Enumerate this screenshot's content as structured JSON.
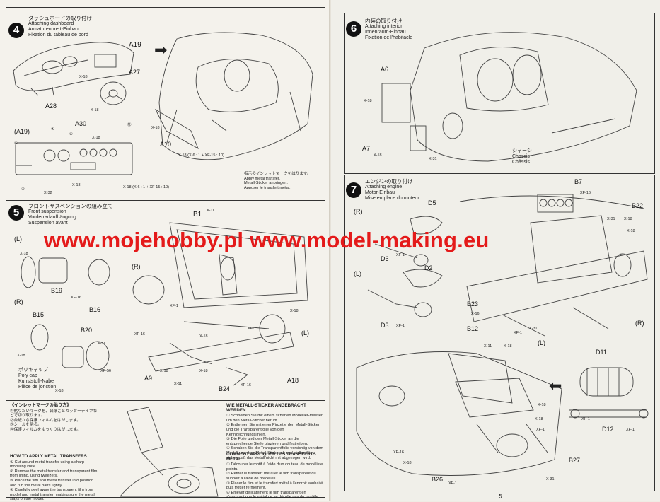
{
  "watermark": "www.mojehobby.pl www.model-making.eu",
  "page_number": "5",
  "step4": {
    "number": "4",
    "title_jp": "ダッシュボードの取り付け",
    "title_en": "Attaching dashboard",
    "title_de": "Armaturenbrett-Einbau",
    "title_fr": "Fixation du tableau de bord",
    "parts": [
      "A19",
      "A27",
      "A28",
      "A30",
      "A10",
      "(A19)"
    ],
    "callouts": [
      "X-18",
      "X-18",
      "X-18",
      "X-18",
      "X-18",
      "X-32",
      "X-18 (X-6 : 1 + XF-15 : 10)",
      "X-18 (X-6 : 1 + XF-15 : 10)"
    ],
    "circled": [
      "④",
      "⑤",
      "⑥",
      "⑦",
      "⑫"
    ],
    "note_jp": "指示のインレットマークをはります。",
    "note_en": "Apply metal transfer.",
    "note_de": "Metall-Sticker anbringen.",
    "note_fr": "Apposer le transfert métal."
  },
  "step5": {
    "number": "5",
    "title_jp": "フロントサスペンションの組み立て",
    "title_en": "Front suspension",
    "title_de": "Vorderradaufhängung",
    "title_fr": "Suspension avant",
    "parts": [
      "B1",
      "B19",
      "B16",
      "B15",
      "B20",
      "A9",
      "B24",
      "A18"
    ],
    "sides": [
      "(L)",
      "(R)",
      "(R)",
      "(L)"
    ],
    "callouts": [
      "X-11",
      "X-18",
      "XF-16",
      "X-18",
      "X-11",
      "XF-56",
      "X-18",
      "XF-1",
      "XF-16",
      "X-18",
      "X-18",
      "XF-1",
      "X-18",
      "X-11",
      "X-18",
      "XF-16"
    ],
    "polycap_jp": "ポリキャップ",
    "polycap_en": "Poly cap",
    "polycap_de": "Kunststoff-Nabe",
    "polycap_fr": "Pièce de jonction"
  },
  "transfer_jp": {
    "heading": "《インレットマークの貼り方》",
    "lines": [
      "①貼りたいマークを、台紙ごとカッターナイフなどで切り取ります。",
      "②台紙から保護フィルムをはがします。",
      "③シールを貼る。",
      "④保護フィルムをゆっくりはがします。"
    ]
  },
  "transfer_en": {
    "heading": "HOW TO APPLY METAL TRANSFERS",
    "lines": [
      "① Cut around metal transfer using a sharp modeling knife.",
      "② Remove the metal transfer and transparent film from lining, using tweezers.",
      "③ Place the film and metal transfer into position and rub the metal parts lightly.",
      "④ Carefully peel away the transparent film from model and metal transfer, making sure the metal stays on the model."
    ]
  },
  "transfer_de": {
    "heading": "WIE METALL-STICKER ANGEBRACHT WERDEN",
    "lines": [
      "① Schneiden Sie mit einem scharfen Modellier-messer um den Metall-Sticker herum.",
      "② Entfernen Sie mit einer Pinzette den Metall-Sticker und die Transparentfolie von den Kennzeichnungslinien.",
      "③ Die Folie und den Metall-Sticker an die entsprechende Stelle plazieren und festreiben.",
      "④ Schaben Sie die Transparentfolie vorsichtig von dem Modell und dem Metall-Sticker ab und stellen Sie sicher, daß das Metall nicht mit abgezogen wird."
    ]
  },
  "transfer_fr": {
    "heading": "COMMENT APPLIQUER LES TRANSFERTS METAL",
    "lines": [
      "① Découper le motif à l'aide d'un couteau de modéliste pointu.",
      "② Retirer le transfert métal et le film transparent du support à l'aide de précelles.",
      "③ Placer le film et le transfert métal à l'endroit souhaité puis frotter fermement.",
      "④ Enlever délicatement le film transparent en s'assurant que le métal ne se décolle pas du modèle."
    ]
  },
  "step6": {
    "number": "6",
    "title_jp": "内装の取り付け",
    "title_en": "Attaching interior",
    "title_de": "Innenraum-Einbau",
    "title_fr": "Fixation de l'habitacle",
    "parts": [
      "A6",
      "A7"
    ],
    "callouts": [
      "X-18",
      "X-18",
      "X-31"
    ],
    "chassis_jp": "シャーシ",
    "chassis_en": "Chassis",
    "chassis_fr": "Châssis"
  },
  "step7": {
    "number": "7",
    "title_jp": "エンジンの取り付け",
    "title_en": "Attaching engine",
    "title_de": "Motor-Einbau",
    "title_fr": "Mise en place du moteur",
    "parts": [
      "B7",
      "D5",
      "D6",
      "D2",
      "D3",
      "B22",
      "B23",
      "B12",
      "D11",
      "D12",
      "B27",
      "B26"
    ],
    "sides": [
      "(R)",
      "(L)",
      "(L)",
      "(R)"
    ],
    "callouts": [
      "XF-16",
      "X-31",
      "X-18",
      "X-18",
      "XF-1",
      "XF-1",
      "X-16",
      "XF-1",
      "X-31",
      "X-11",
      "X-18",
      "X-18",
      "X-18",
      "XF-1",
      "XF-16",
      "X-18",
      "XF-1",
      "X-31",
      "XF-1",
      "XF-1"
    ]
  }
}
